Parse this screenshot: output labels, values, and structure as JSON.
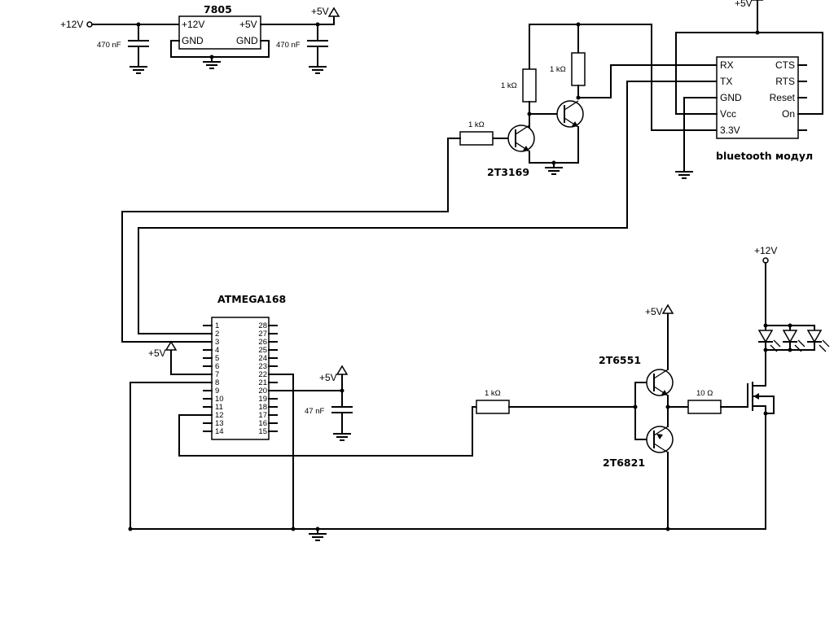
{
  "power": {
    "v12_in": "+12V",
    "v5_reg": "+5V",
    "v5_bt": "+5V",
    "v5_avcc": "+5V",
    "v5_mcu": "+5V",
    "v5_driver": "+5V",
    "v12_led": "+12V"
  },
  "regulator": {
    "name": "7805",
    "pin_in": "+12V",
    "pin_out": "+5V",
    "pin_gnd_left": "GND",
    "pin_gnd_right": "GND"
  },
  "caps": {
    "c_in": "470 nF",
    "c_out": "470 nF",
    "c_avcc": "47 nF"
  },
  "level_shifter": {
    "r_base": "1 kΩ",
    "r_pull1": "1 kΩ",
    "r_pull2": "1 kΩ",
    "transistor": "2T3169"
  },
  "bluetooth": {
    "title": "bluetooth модул",
    "left_pins": [
      "RX",
      "TX",
      "GND",
      "Vcc",
      "3.3V"
    ],
    "right_pins": [
      "CTS",
      "RTS",
      "Reset",
      "On"
    ]
  },
  "mcu": {
    "name": "ATMEGA168",
    "left_pins": [
      "1",
      "2",
      "3",
      "4",
      "5",
      "6",
      "7",
      "8",
      "9",
      "10",
      "11",
      "12",
      "13",
      "14"
    ],
    "right_pins": [
      "28",
      "27",
      "26",
      "25",
      "24",
      "23",
      "22",
      "21",
      "20",
      "19",
      "18",
      "17",
      "16",
      "15"
    ]
  },
  "driver": {
    "r_input": "1 kΩ",
    "r_gate": "10 Ω",
    "q_top": "2T6551",
    "q_bottom": "2T6821"
  }
}
